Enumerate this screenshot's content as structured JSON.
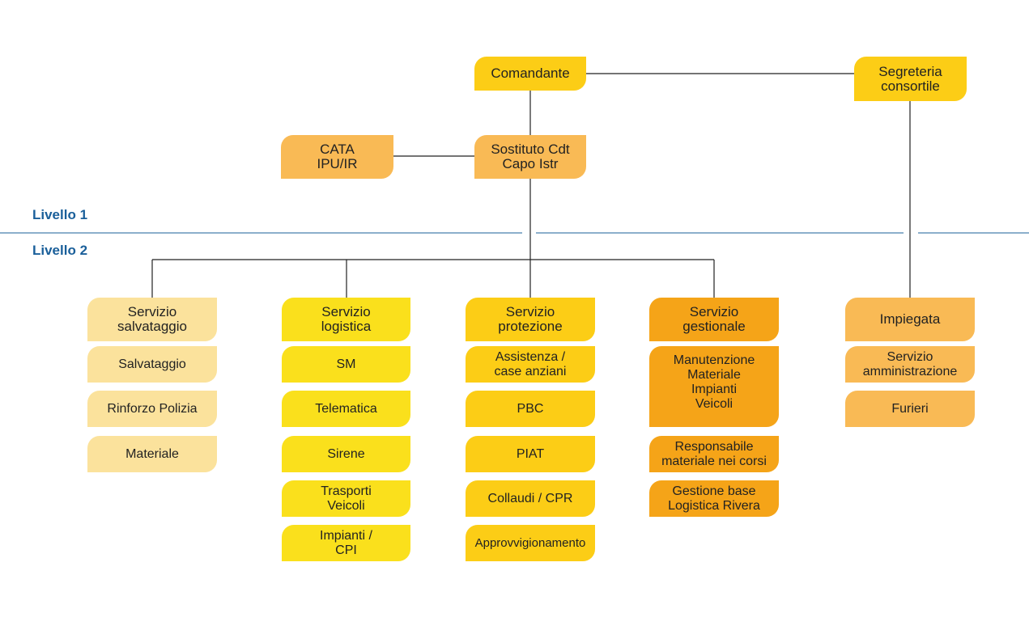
{
  "levels": {
    "level1": "Livello 1",
    "level2": "Livello 2"
  },
  "colors": {
    "yellow": "#fccd16",
    "light_orange": "#f9ba55",
    "pale_yellow": "#fbe29c",
    "bright_yellow": "#fae01c",
    "orange": "#f5a418",
    "line": "#222222",
    "level_rule": "#1a5f9a"
  },
  "top": {
    "comandante": "Comandante",
    "segreteria": "Segreteria\nconsortile",
    "sostituto": "Sostituto Cdt\nCapo Istr",
    "cata": "CATA\nIPU/IR"
  },
  "columns": {
    "salvataggio": {
      "header": "Servizio\nsalvataggio",
      "items": [
        "Salvataggio",
        "Rinforzo Polizia",
        "Materiale"
      ]
    },
    "logistica": {
      "header": "Servizio\nlogistica",
      "items": [
        "SM",
        "Telematica",
        "Sirene",
        "Trasporti\nVeicoli",
        "Impianti /\nCPI"
      ]
    },
    "protezione": {
      "header": "Servizio\nprotezione",
      "items": [
        "Assistenza /\ncase anziani",
        "PBC",
        "PIAT",
        "Collaudi / CPR",
        "Approvvigionamento"
      ]
    },
    "gestionale": {
      "header": "Servizio\ngestionale",
      "items": [
        "Manutenzione\nMateriale\nImpianti\nVeicoli",
        "Responsabile\nmateriale nei corsi",
        "Gestione base\nLogistica Rivera"
      ]
    },
    "impiegata": {
      "header": "Impiegata",
      "items": [
        "Servizio\namministrazione",
        "Furieri"
      ]
    }
  }
}
